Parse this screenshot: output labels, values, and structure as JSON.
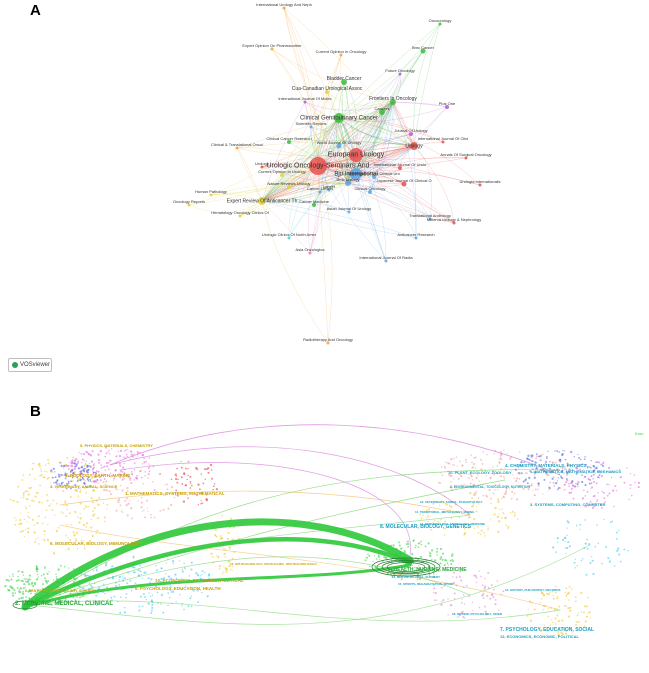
{
  "panel_a": {
    "letter": "A",
    "watermark": "VOSviewer",
    "colors": {
      "red": "#e8504e",
      "green": "#3cba3c",
      "blue": "#5aa3e8",
      "yellow": "#e3d236",
      "purple": "#b05ad8",
      "orange": "#f0a23a",
      "cyan": "#4ad3d8",
      "pink": "#e57fb6"
    },
    "labels": [
      "International Urology And Neph",
      "Oncourology",
      "Expert Opinion On Pharmacother",
      "Current Opinion In Oncology",
      "Bmc Cancer",
      "Future Oncology",
      "Bladder Cancer",
      "Cua-Canadian Urological Assoc",
      "Frontiers In Oncology",
      "International Journal Of Molec",
      "Plos One",
      "Clinical Genitourinary Cancer",
      "Cancers",
      "Journal Of Urology",
      "Scientific Reports",
      "Urology",
      "Clinical & Translational Oncol",
      "Clinical Cancer Research",
      "World Journal Of Urology",
      "European Urology",
      "International Journal Of Clini",
      "Annals Of Surgical Oncology",
      "Urologic Oncology-Seminars And",
      "Bju International",
      "Urologia Internationalis",
      "Current Opinion In Urology",
      "Nature Reviews Urology",
      "Japanese Journal Of Clinical O",
      "Human Pathology",
      "International Journal Of Urolo",
      "Expert Review Of Anticancer Th",
      "Oncology Reports",
      "Hematology Oncology Clinics Of",
      "Cancer Medicine",
      "Bmc Urology",
      "Clinical Oncology",
      "Urologic Clinics Of North Amer",
      "Investigative And Clinical Uro",
      "Asian Journal Of Urology",
      "Anticancer Research",
      "Translational Andrology",
      "Asia Oncologica",
      "International Journal Of Radia",
      "Radiotherapy And Oncology",
      "Cancer Letters",
      "Minerva Urology & Nephrology",
      "Lancet",
      "Urologe"
    ]
  },
  "panel_b": {
    "letter": "B",
    "top_right_tag": "8.sec",
    "left_labels": [
      "5. PHYSICS, MATERIALS, CHEMISTRY",
      "5. ECOLOGY, EARTH, MARINE",
      "3. VETERINARY, ANIMAL, SCIENCE",
      "1. MATHEMATICS, SYSTEMS, MATHEMATICAL",
      "6. MOLECULAR, BIOLOGY, IMMUNOLOGY",
      "2. MEDICINE, MEDICAL, CLINICAL",
      "8. DENTISTRY, DERMATOLOGY, SURGERY",
      "10. ECONOMICS, ECONOMIC, POLITICAL",
      "6. PSYCHOLOGY, EDUCATION, HEALTH",
      "16. OPHTHALMOLOGY, OPHTHALMIC, OPHTHALMOLOGICA"
    ],
    "right_labels": [
      "4. CHEMISTRY, MATERIALS, PHYSICS",
      "10. PLANT, ECOLOGY, ZOOLOGY",
      "1. MATHEMATICS, MATHEMATICS, MECHANICS",
      "2. ENVIRONMENTAL, TOXICOLOGY, NUTRITION",
      "12. VETERINARY, ANIMAL, PARASITOLOGY",
      "11. TERRITORIAL, METALLURGY, MINING",
      "3. SYSTEMS, COMPUTING, COMPUTER",
      "8. MOLECULAR, BIOLOGY, GENETICS",
      "14. DERMATOLOGY, ANDROLOGY, MEDICINE",
      "5. HEALTH, NURSING, MEDICINE",
      "16. DENTISTRY, ORAL, SURGERY",
      "15. SPORTS, REHABILITATION, SPORT",
      "13. HISTORY, PHILOSOPHY, RECORDS",
      "18. REVIEW, PSYCHOLOGY, SKIER",
      "7. PSYCHOLOGY, EDUCATION, SOCIAL",
      "13. ECONOMICS, ECONOMIC, POLITICAL"
    ],
    "colors": {
      "flow_main": "#2ec83a",
      "flow_thin": "#6bcf5a",
      "pink_flow": "#d670d8",
      "orange_flow": "#f2b450",
      "left_label": "#c8a000",
      "right_label": "#1a9fc0",
      "green_label": "#2aa33a"
    }
  }
}
